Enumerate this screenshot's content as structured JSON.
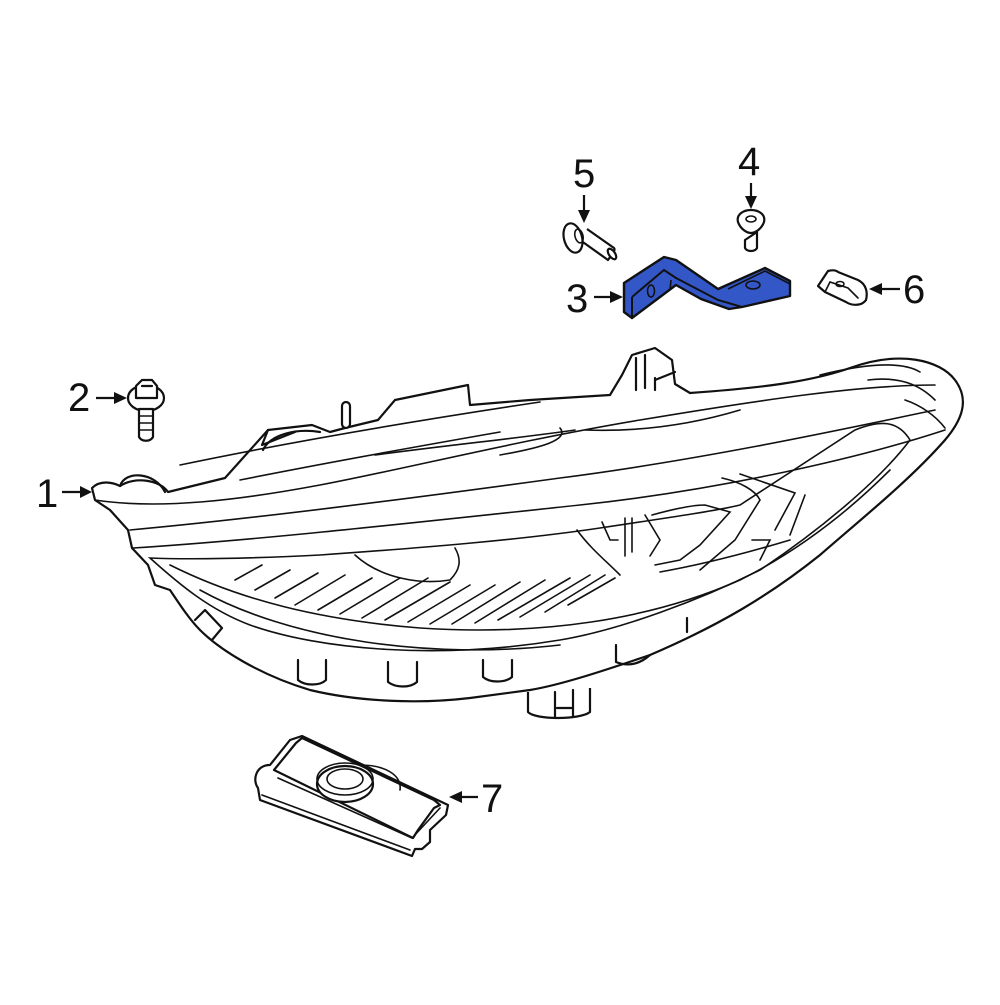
{
  "diagram": {
    "type": "exploded-parts-diagram",
    "subject": "headlamp assembly",
    "highlight_color": "#3457C8",
    "line_color": "#111111",
    "background": "#FFFFFF",
    "callouts": [
      {
        "id": "1",
        "label": "1",
        "part": "headlamp-assembly",
        "arrow": "right"
      },
      {
        "id": "2",
        "label": "2",
        "part": "mounting-bolt",
        "arrow": "right"
      },
      {
        "id": "3",
        "label": "3",
        "part": "mounting-bracket",
        "arrow": "right",
        "highlighted": true
      },
      {
        "id": "4",
        "label": "4",
        "part": "bracket-screw",
        "arrow": "down"
      },
      {
        "id": "5",
        "label": "5",
        "part": "pin-rivet",
        "arrow": "down"
      },
      {
        "id": "6",
        "label": "6",
        "part": "clip-nut",
        "arrow": "left"
      },
      {
        "id": "7",
        "label": "7",
        "part": "control-module",
        "arrow": "left"
      }
    ]
  }
}
